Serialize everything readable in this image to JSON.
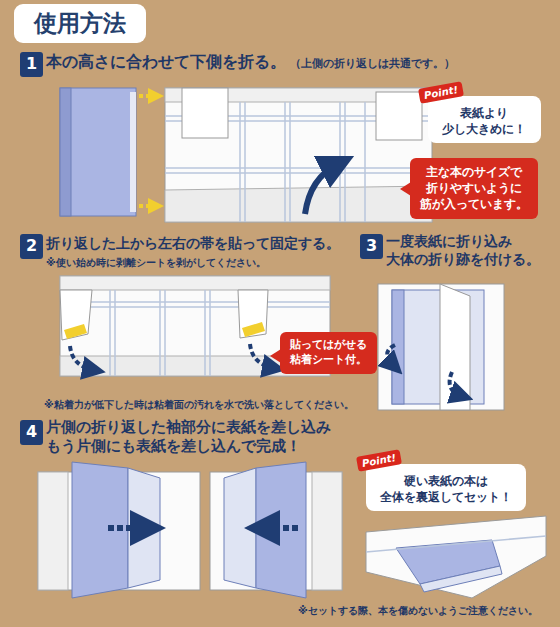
{
  "diagram": {
    "title": "使用方法",
    "nodes": [
      {
        "text": [
          "1"
        ]
      },
      {
        "text": [
          "Point!",
          "表紙より 少し大きめに！"
        ]
      },
      {
        "text": [
          "主な本のサイズで 折りやすいように 筋が入っています。"
        ]
      },
      {
        "text": [
          "2"
        ]
      },
      {
        "text": [
          "貼ってはがせる 粘着シート付。"
        ]
      },
      {
        "text": [
          "3"
        ]
      },
      {
        "text": [
          "4"
        ]
      },
      {
        "text": [
          "Point!",
          "硬い表紙の本は 全体を裏返してセット！"
        ]
      }
    ],
    "labels": [
      "本の高さに合わせて下側を折る。",
      "（上側の折り返しは共通です。）",
      "折り返した上から左右の帯を貼って固定する。",
      "※使い始め時に剥離シートを剥がしてください。",
      "一度表紙に折り込み 大体の折り跡を付ける。",
      "※粘着力が低下した時は粘着面の汚れを水で洗い落としてください。",
      "片側の折り返した袖部分に表紙を差し込み もう片側にも表紙を差し込んで完成！",
      "※セットする際、本を傷めないようご注意ください。"
    ]
  }
}
